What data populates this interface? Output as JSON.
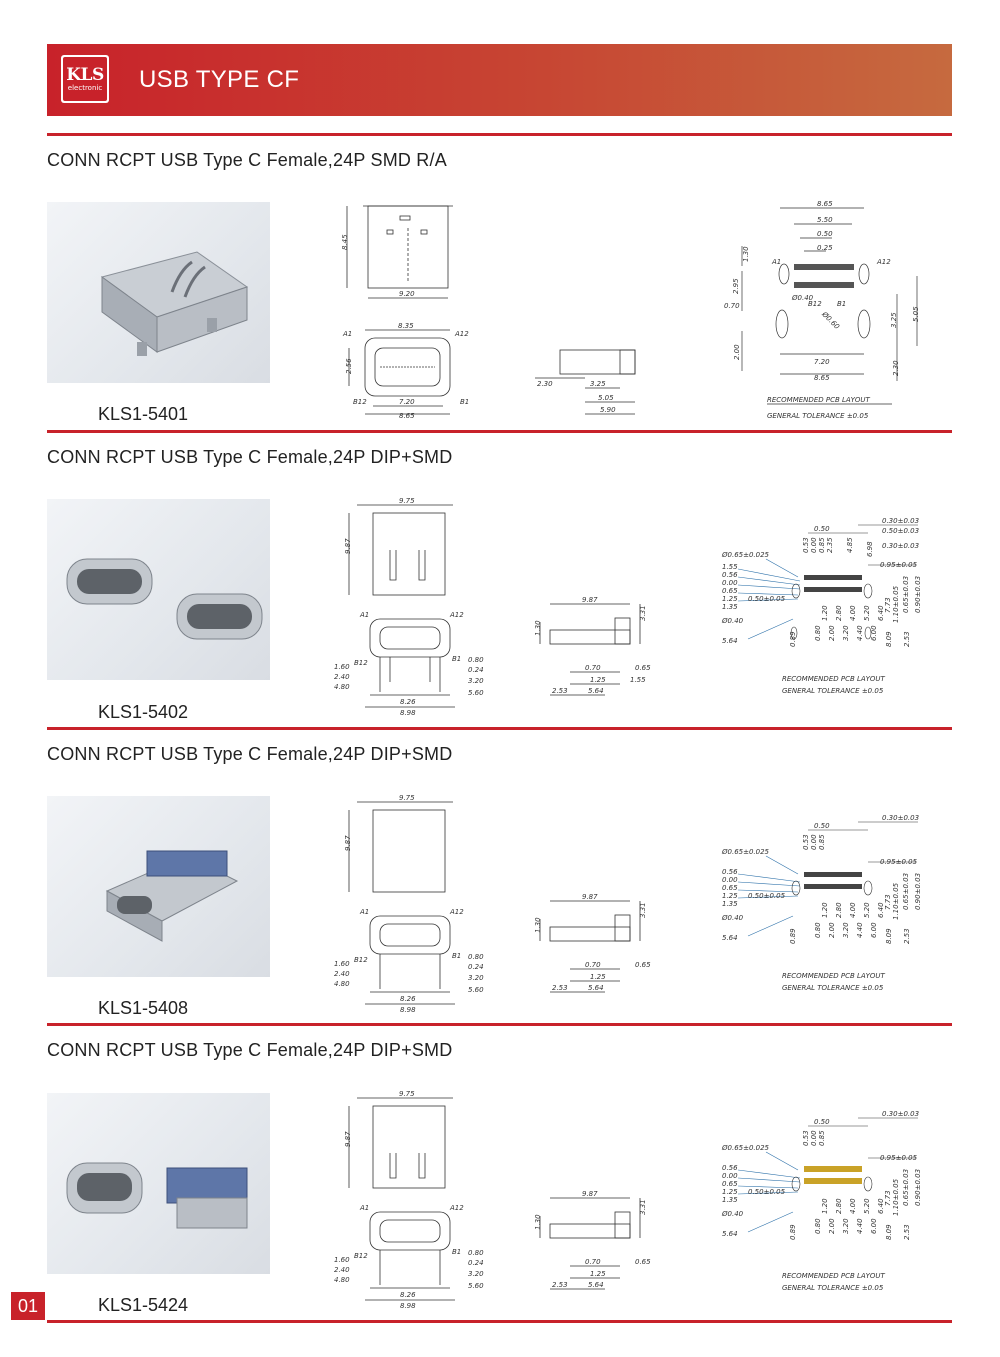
{
  "header": {
    "logo": "KLS",
    "logo_sub": "electronic",
    "title": "USB TYPE CF"
  },
  "page_number": "01",
  "sections": [
    {
      "title": "CONN RCPT USB Type C Female,24P SMD R/A",
      "part": "KLS1-5401",
      "dims": {
        "front_h": "8.45",
        "front_w": "9.20",
        "top_w": "8.35",
        "top_h": "2.56",
        "a1": "A1",
        "a12": "A12",
        "b12": "B12",
        "b1": "B1",
        "top_w2": "7.20",
        "top_w3": "8.65",
        "side_a": "2.30",
        "side_b": "3.25",
        "side_c": "5.05",
        "side_d": "5.90",
        "pcb_w1": "8.65",
        "pcb_w2": "5.50",
        "pcb_w3": "0.50",
        "pcb_w4": "0.25",
        "pcb_h1": "1.30",
        "pcb_h2": "2.95",
        "pcb_h3": "0.70",
        "pcb_h4": "2.00",
        "pcb_r1": "3.25",
        "pcb_r2": "5.05",
        "pcb_r3": "2.30",
        "pcb_b1": "7.20",
        "pcb_b2": "8.65",
        "pcb_d1": "Ø0.40",
        "pcb_d2": "Ø0.60",
        "note1": "RECOMMENDED PCB LAYOUT",
        "note2": "GENERAL TOLERANCE ±0.05"
      }
    },
    {
      "title": "CONN RCPT USB Type C Female,24P DIP+SMD",
      "part": "KLS1-5402",
      "dims": {
        "front_w": "9.75",
        "front_h": "9.87",
        "a1": "A1",
        "a12": "A12",
        "b12": "B12",
        "b1": "B1",
        "l1": "1.60",
        "l2": "2.40",
        "l3": "4.80",
        "r1": "0.80",
        "r2": "0.24",
        "r3": "3.20",
        "r4": "5.60",
        "bw1": "8.26",
        "bw2": "8.98",
        "side_w": "9.87",
        "side_h": "3.31",
        "side_t": "1.30",
        "side_a": "0.70",
        "side_b": "0.65",
        "side_c": "1.25",
        "side_d": "1.55",
        "side_e": "2.53",
        "side_f": "5.64",
        "p_t1": "0.30±0.03",
        "p_t2": "0.50±0.03",
        "p_t3": "0.30±0.03",
        "p_t4": "0.50",
        "p_v": [
          "0.53",
          "0.00",
          "0.85",
          "2.35",
          "4.85",
          "6.98"
        ],
        "p_d": "Ø0.65±0.025",
        "p_l": [
          "1.55",
          "0.56",
          "0.00",
          "0.65",
          "1.25",
          "1.35"
        ],
        "p_p": "0.50±0.05",
        "p_h": "Ø0.40",
        "p_s": "5.64",
        "p_r": "0.95±0.05",
        "p_b": [
          "0.89",
          "0.80",
          "1.20",
          "2.00",
          "2.80",
          "3.20",
          "4.00",
          "4.40",
          "5.20",
          "6.00",
          "6.40",
          "7.73",
          "8.09",
          "1.10±0.05",
          "2.53",
          "0.65±0.03",
          "0.90±0.03"
        ],
        "note1": "RECOMMENDED PCB LAYOUT",
        "note2": "GENERAL TOLERANCE ±0.05"
      }
    },
    {
      "title": "CONN RCPT USB Type C Female,24P DIP+SMD",
      "part": "KLS1-5408",
      "dims": {
        "front_w": "9.75",
        "front_h": "9.87",
        "a1": "A1",
        "a12": "A12",
        "b12": "B12",
        "b1": "B1",
        "l1": "1.60",
        "l2": "2.40",
        "l3": "4.80",
        "r1": "0.80",
        "r2": "0.24",
        "r3": "3.20",
        "r4": "5.60",
        "bw1": "8.26",
        "bw2": "8.98",
        "side_w": "9.87",
        "side_h": "3.31",
        "side_t": "1.30",
        "side_a": "0.70",
        "side_b": "0.65",
        "side_c": "1.25",
        "side_e": "2.53",
        "side_f": "5.64",
        "p_t1": "0.30±0.03",
        "p_t4": "0.50",
        "p_v": [
          "0.53",
          "0.00",
          "0.85"
        ],
        "p_d": "Ø0.65±0.025",
        "p_l": [
          "0.56",
          "0.00",
          "0.65",
          "1.25",
          "1.35"
        ],
        "p_p": "0.50±0.05",
        "p_h": "Ø0.40",
        "p_s": "5.64",
        "p_r": "0.95±0.05",
        "p_b": [
          "0.89",
          "0.80",
          "1.20",
          "2.00",
          "2.80",
          "3.20",
          "4.00",
          "4.40",
          "5.20",
          "6.00",
          "6.40",
          "7.73",
          "8.09",
          "1.10±0.05",
          "2.53",
          "0.65±0.03",
          "0.90±0.03"
        ],
        "note1": "RECOMMENDED PCB LAYOUT",
        "note2": "GENERAL TOLERANCE ±0.05"
      }
    },
    {
      "title": "CONN RCPT USB Type C Female,24P DIP+SMD",
      "part": "KLS1-5424",
      "dims": {
        "front_w": "9.75",
        "front_h": "9.87",
        "a1": "A1",
        "a12": "A12",
        "b12": "B12",
        "b1": "B1",
        "l1": "1.60",
        "l2": "2.40",
        "l3": "4.80",
        "r1": "0.80",
        "r2": "0.24",
        "r3": "3.20",
        "r4": "5.60",
        "bw1": "8.26",
        "bw2": "8.98",
        "side_w": "9.87",
        "side_h": "3.31",
        "side_t": "1.30",
        "side_a": "0.70",
        "side_b": "0.65",
        "side_c": "1.25",
        "side_e": "2.53",
        "side_f": "5.64",
        "p_t1": "0.30±0.03",
        "p_t4": "0.50",
        "p_v": [
          "0.53",
          "0.00",
          "0.85"
        ],
        "p_d": "Ø0.65±0.025",
        "p_l": [
          "0.56",
          "0.00",
          "0.65",
          "1.25",
          "1.35"
        ],
        "p_p": "0.50±0.05",
        "p_h": "Ø0.40",
        "p_s": "5.64",
        "p_r": "0.95±0.05",
        "p_b": [
          "0.89",
          "0.80",
          "1.20",
          "2.00",
          "2.80",
          "3.20",
          "4.00",
          "4.40",
          "5.20",
          "6.00",
          "6.40",
          "7.73",
          "8.09",
          "1.10±0.05",
          "2.53",
          "0.65±0.03",
          "0.90±0.03"
        ],
        "note1": "RECOMMENDED PCB LAYOUT",
        "note2": "GENERAL TOLERANCE ±0.05"
      }
    }
  ]
}
